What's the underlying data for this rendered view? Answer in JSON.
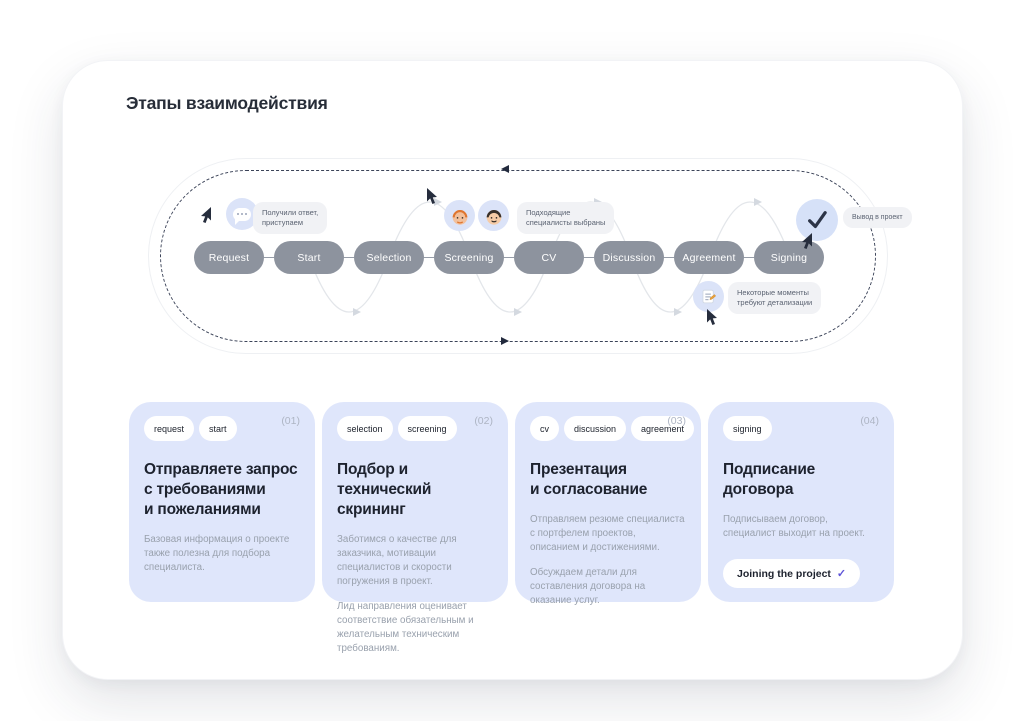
{
  "page": {
    "title": "Этапы взаимодействия"
  },
  "diagram": {
    "pills": [
      "Request",
      "Start",
      "Selection",
      "Screening",
      "CV",
      "Discussion",
      "Agreement",
      "Signing"
    ],
    "tooltips": {
      "reply": "Получили ответ,\nприступаем",
      "specialists": "Подходящие\nспециалисты выбраны",
      "project": "Вывод в проект",
      "details": "Некоторые моменты\nтребуют детализации"
    }
  },
  "cards": [
    {
      "num": "(01)",
      "tags": [
        "request",
        "start"
      ],
      "title": "Отправляете запрос\nс требованиями\nи пожеланиями",
      "paragraphs": [
        "Базовая информация о проекте также полезна для подбора специалиста."
      ]
    },
    {
      "num": "(02)",
      "tags": [
        "selection",
        "screening"
      ],
      "title": "Подбор и технический\nскрининг",
      "paragraphs": [
        "Заботимся о качестве для заказчика, мотивации специалистов и скорости погружения в проект.",
        "Лид направления оценивает соответствие обязательным и желательным техническим требованиям."
      ]
    },
    {
      "num": "(03)",
      "tags": [
        "cv",
        "discussion",
        "agreement"
      ],
      "title": "Презентация\nи согласование",
      "paragraphs": [
        "Отправляем резюме специалиста с портфелем проектов, описанием и достижениями.",
        "Обсуждаем детали для составления договора на оказание услуг."
      ]
    },
    {
      "num": "(04)",
      "tags": [
        "signing"
      ],
      "title": "Подписание\nдоговора",
      "paragraphs": [
        "Подписываем договор, специалист выходит на проект."
      ],
      "button": "Joining the project"
    }
  ],
  "colors": {
    "card_background": "#dfe6fb",
    "pill_background": "#8d939e",
    "icon_circle": "#dbe3f8",
    "tooltip_background": "#f1f2f5",
    "dashed_border": "#3b4358",
    "check_accent": "#5f55d8",
    "title_text": "#1d222e",
    "body_text": "#99a1ad"
  }
}
